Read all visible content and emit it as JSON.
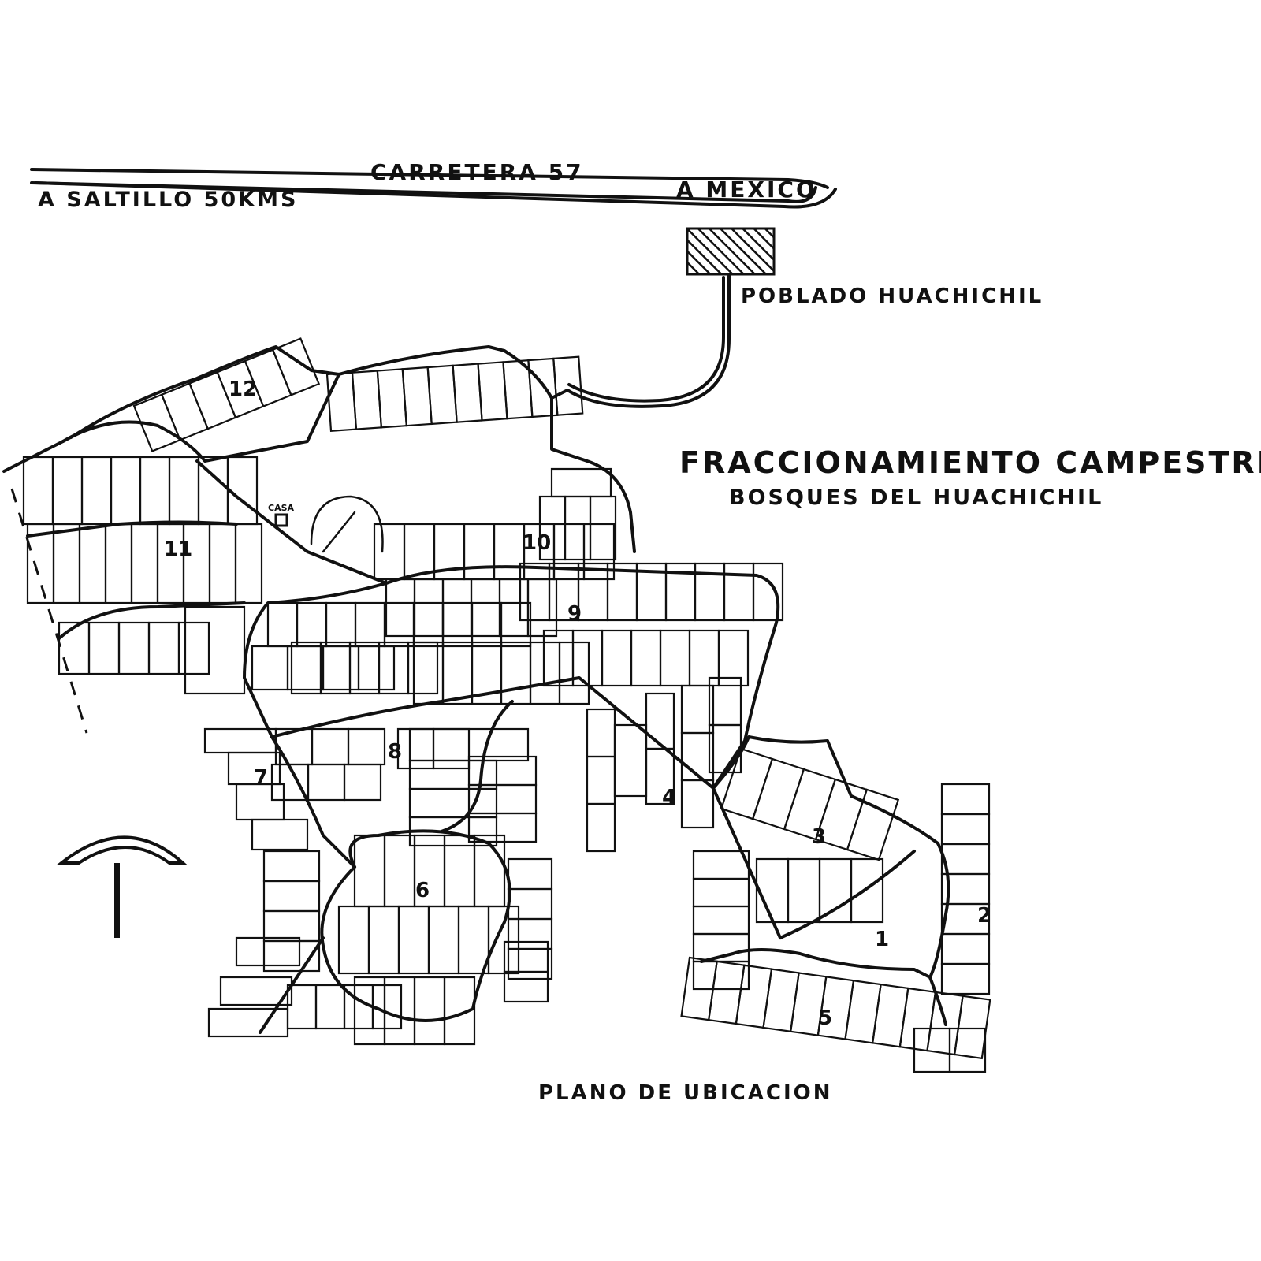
{
  "labels": {
    "highway": "CARRETERA 57",
    "to_mexico": "A MEXICO",
    "to_saltillo": "A SALTILLO 50KMS",
    "village": "POBLADO HUACHICHIL",
    "title": "FRACCIONAMIENTO CAMPESTRE",
    "subtitle": "BOSQUES DEL HUACHICHIL",
    "footer": "PLANO DE UBICACION",
    "casa": "CASA"
  },
  "block_numbers": [
    "12",
    "11",
    "10",
    "9",
    "8",
    "7",
    "6",
    "5",
    "4",
    "3",
    "2",
    "1"
  ],
  "icons": {
    "north_arrow": "north-arrow-icon",
    "village_marker": "hatched-block-icon"
  }
}
